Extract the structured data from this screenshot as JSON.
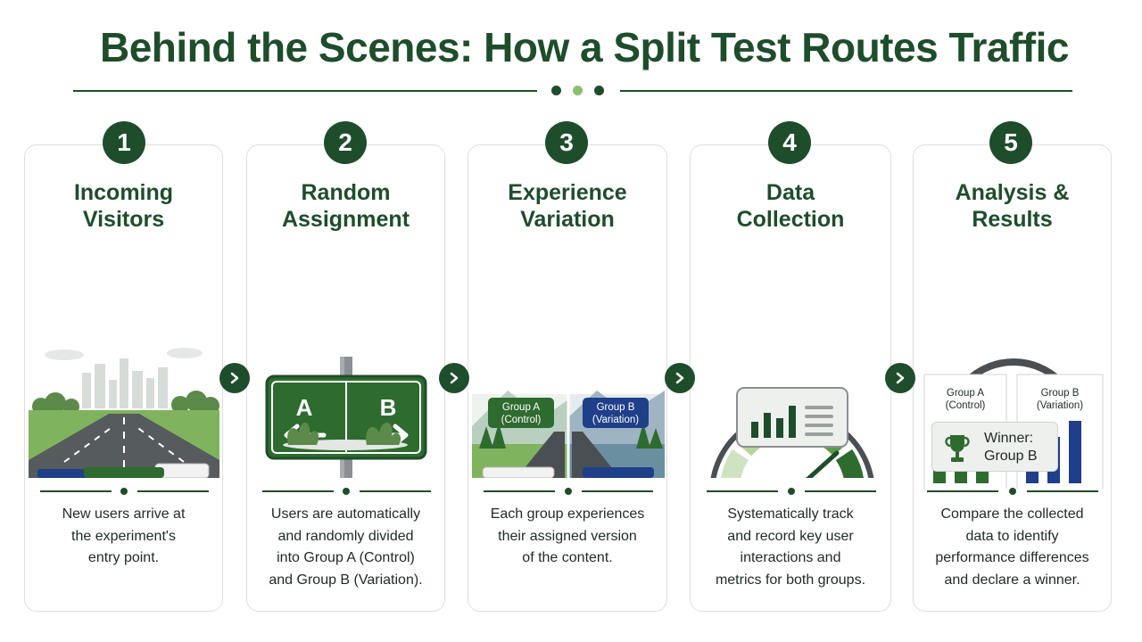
{
  "title": "Behind the Scenes: How a Split Test Routes Traffic",
  "colors": {
    "dark_green": "#1e4d2b",
    "mid_green": "#3d7a3d",
    "light_green": "#8cbf6e",
    "navy": "#1f3f8a",
    "card_border": "#dcdfdc"
  },
  "steps": [
    {
      "number": "1",
      "title": [
        "Incoming",
        "Visitors"
      ],
      "description": [
        "New users arrive at",
        "the experiment's",
        "entry point."
      ],
      "icon": "forked-road-cars-icon"
    },
    {
      "number": "2",
      "title": [
        "Random",
        "Assignment"
      ],
      "description": [
        "Users are automatically",
        "and randomly divided",
        "into Group A (Control)",
        "and Group B (Variation)."
      ],
      "icon": "ab-signpost-icon",
      "sign": {
        "left": "A",
        "right": "B"
      }
    },
    {
      "number": "3",
      "title": [
        "Experience",
        "Variation"
      ],
      "description": [
        "Each group experiences",
        "their assigned version",
        "of the content."
      ],
      "icon": "split-road-icon",
      "labels": {
        "a_line1": "Group A",
        "a_line2": "(Control)",
        "b_line1": "Group B",
        "b_line2": "(Variation)"
      }
    },
    {
      "number": "4",
      "title": [
        "Data",
        "Collection"
      ],
      "description": [
        "Systematically track",
        "and record key user",
        "interactions and",
        "metrics for both groups."
      ],
      "icon": "gauge-dashboard-icon"
    },
    {
      "number": "5",
      "title": [
        "Analysis &",
        "Results"
      ],
      "description": [
        "Compare the collected",
        "data to identify",
        "performance differences",
        "and declare a winner."
      ],
      "icon": "magnifier-charts-icon",
      "labels": {
        "a_line1": "Group A",
        "a_line2": "(Control)",
        "b_line1": "Group B",
        "b_line2": "(Variation)",
        "winner_line1": "Winner:",
        "winner_line2": "Group B"
      }
    }
  ]
}
